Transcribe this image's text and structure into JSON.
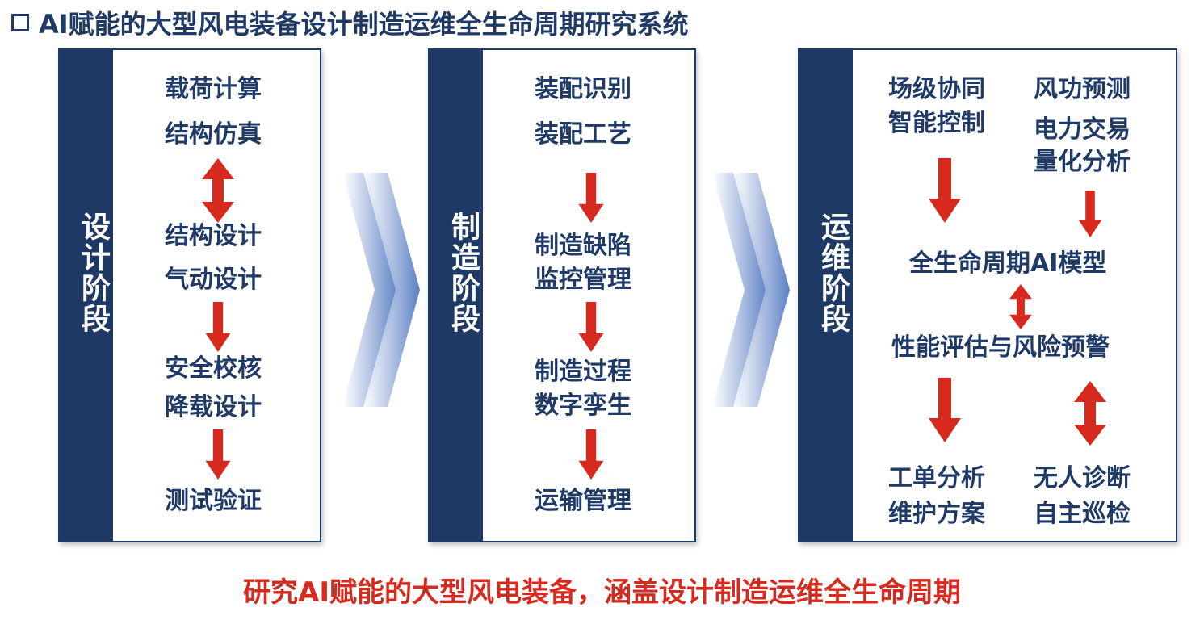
{
  "header": {
    "title": "AI赋能的大型风电装备设计制造运维全生命周期研究系统"
  },
  "design": {
    "label": "设计阶段",
    "items": [
      "载荷计算",
      "结构仿真",
      "结构设计",
      "气动设计",
      "安全校核",
      "降载设计",
      "测试验证"
    ]
  },
  "manufacture": {
    "label": "制造阶段",
    "items": [
      "装配识别",
      "装配工艺",
      "制造缺陷",
      "监控管理",
      "制造过程",
      "数字孪生",
      "运输管理"
    ]
  },
  "operation": {
    "label": "运维阶段",
    "items": [
      "场级协同",
      "智能控制",
      "风功预测",
      "电力交易",
      "量化分析",
      "全生命周期AI模型",
      "性能评估与风险预警",
      "工单分析",
      "维护方案",
      "无人诊断",
      "自主巡检"
    ]
  },
  "footer": {
    "summary": "研究AI赋能的大型风电装备，涵盖设计制造运维全生命周期"
  },
  "colors": {
    "navy": "#1e3a64",
    "arrow_red": "#d62a1e",
    "chevron_blue": "#5b7fc4"
  }
}
